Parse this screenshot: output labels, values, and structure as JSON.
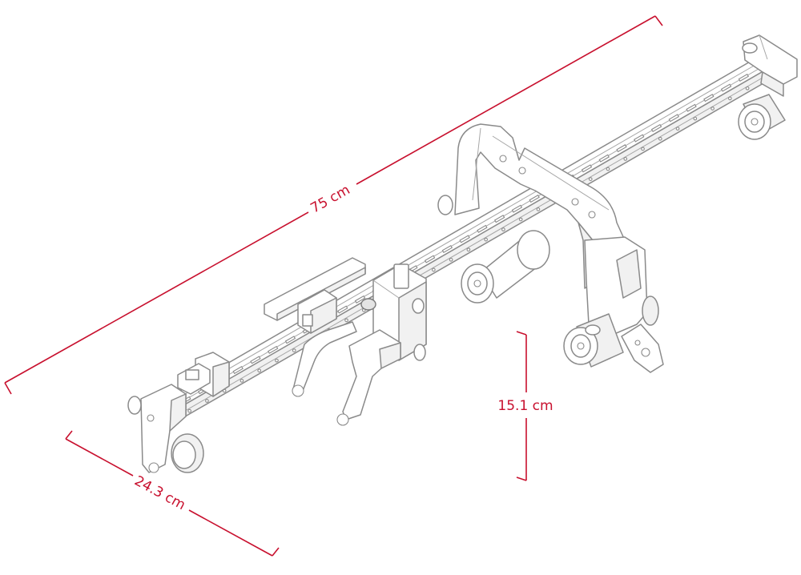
{
  "dimensions": {
    "length": "75 cm",
    "width": "24.3 cm",
    "height": "15.1 cm"
  },
  "colors": {
    "dimension": "#c8102e",
    "outline": "#8a8a8a",
    "background": "#ffffff"
  }
}
